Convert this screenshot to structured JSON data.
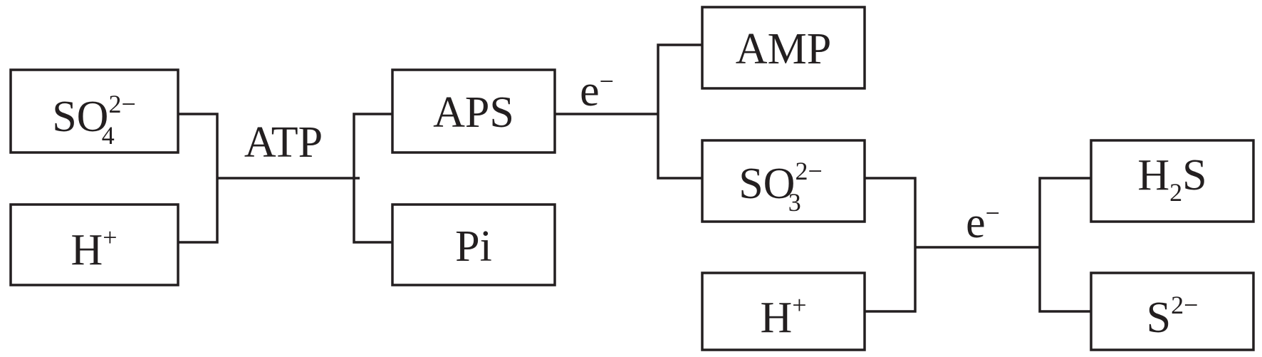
{
  "nodes": {
    "sulfate": {
      "base": "SO",
      "subscript": "4",
      "superscript": "2−"
    },
    "proton_1": {
      "base": "H",
      "superscript": "+"
    },
    "aps": {
      "text": "APS"
    },
    "pi": {
      "text": "Pi"
    },
    "amp": {
      "text": "AMP"
    },
    "sulfite": {
      "base": "SO",
      "subscript": "3",
      "superscript": "2−"
    },
    "proton_2": {
      "base": "H",
      "superscript": "+"
    },
    "hydrogen_sulfide": {
      "base": "H",
      "subscript": "2",
      "tail": "S"
    },
    "sulfide": {
      "base": "S",
      "superscript": "2−"
    }
  },
  "edge_labels": {
    "atp": "ATP",
    "electron_1": {
      "base": "e",
      "superscript": "−"
    },
    "electron_2": {
      "base": "e",
      "superscript": "−"
    }
  }
}
